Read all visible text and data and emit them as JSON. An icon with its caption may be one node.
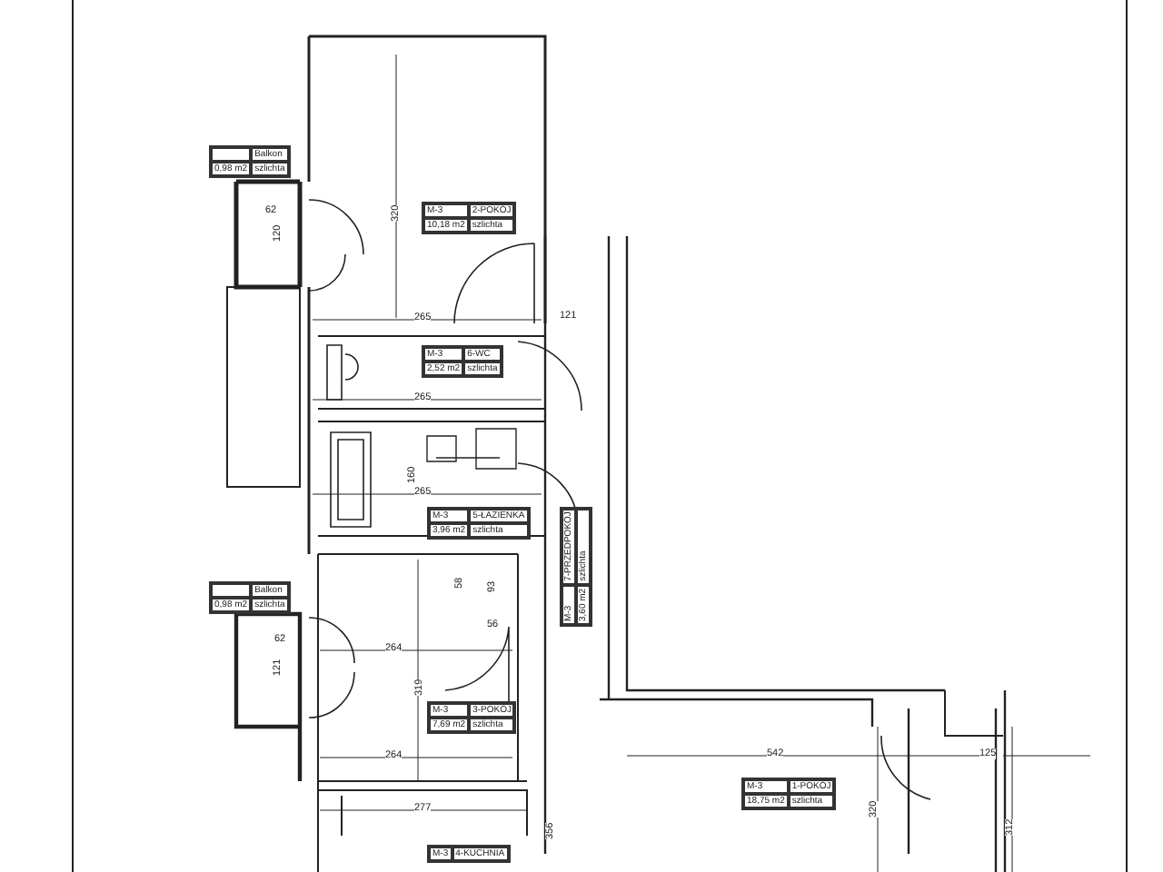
{
  "diagram": {
    "nodes": [
      {
        "text": [
          "Balkon",
          "0,98 m2",
          "szlichta"
        ]
      },
      {
        "text": [
          "M-3",
          "2-POKÓJ",
          "10,18 m2",
          "szlichta"
        ]
      },
      {
        "text": [
          "M-3",
          "6-WC",
          "2,52 m2",
          "szlichta"
        ]
      },
      {
        "text": [
          "M-3",
          "5-ŁAZIENKA",
          "3,96 m2",
          "szlichta"
        ]
      },
      {
        "text": [
          "Balkon",
          "0,98 m2",
          "szlichta"
        ]
      },
      {
        "text": [
          "M-3",
          "7-PRZEDPOKÓJ",
          "3,60 m2",
          "szlichta"
        ]
      },
      {
        "text": [
          "M-3",
          "3-POKÓJ",
          "7,69 m2",
          "szlichta"
        ]
      },
      {
        "text": [
          "M-3",
          "1-POKÓJ",
          "18,75 m2",
          "szlichta"
        ]
      },
      {
        "text": [
          "M-3",
          "4-KUCHNIA"
        ]
      }
    ],
    "labels": [
      "62",
      "120",
      "320",
      "265",
      "121",
      "265",
      "160",
      "265",
      "58",
      "93",
      "56",
      "62",
      "121",
      "264",
      "319",
      "264",
      "277",
      "356",
      "542",
      "125",
      "320",
      "312"
    ]
  }
}
